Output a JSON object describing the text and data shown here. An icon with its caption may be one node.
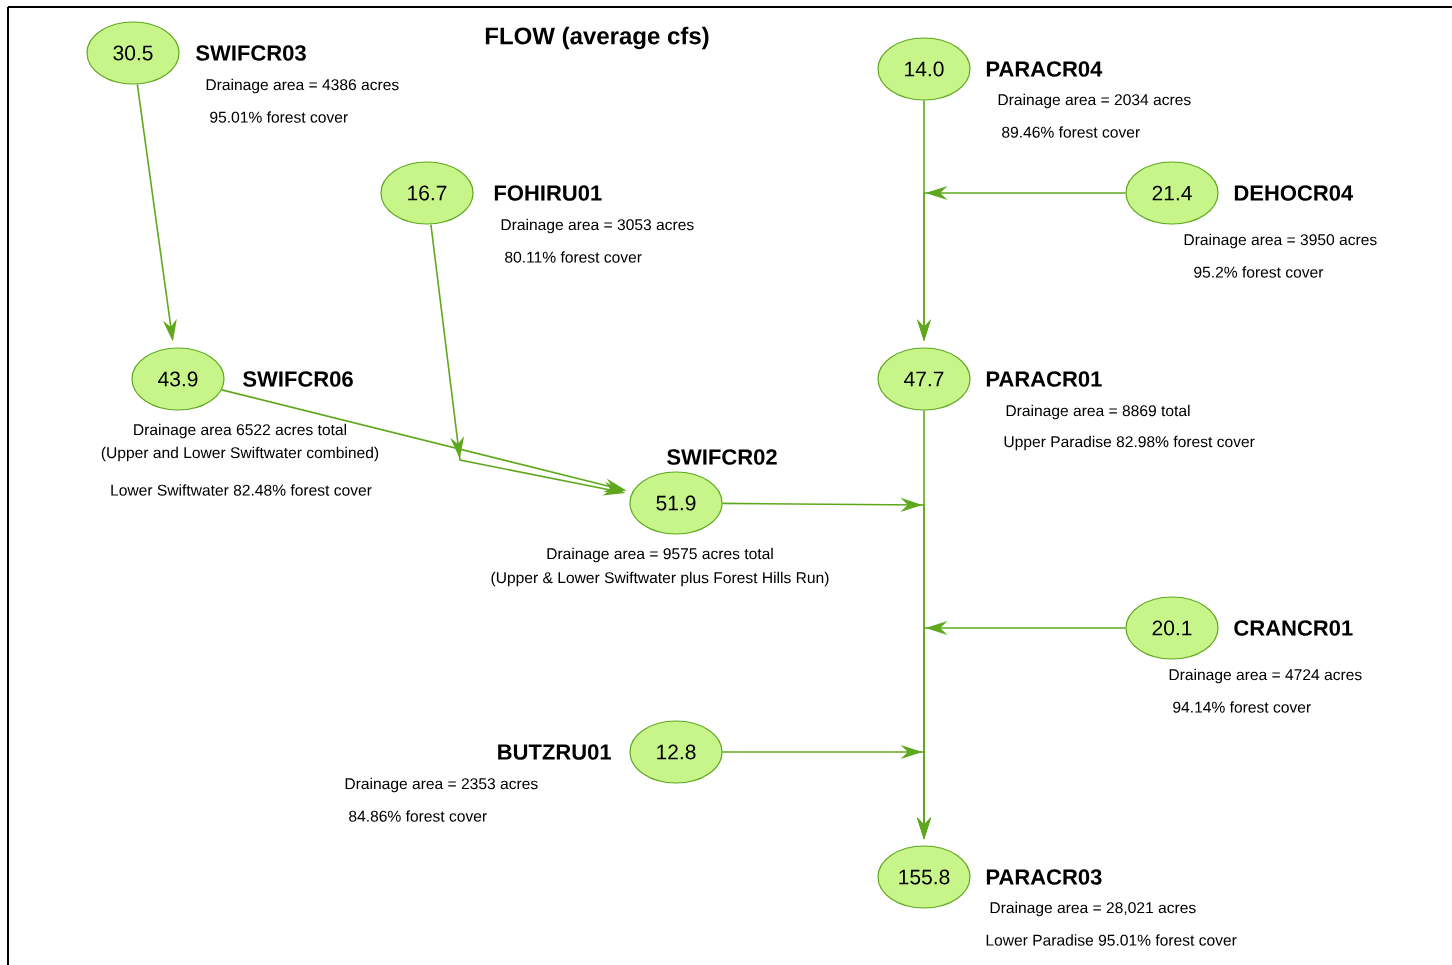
{
  "diagram": {
    "title": "FLOW (average cfs)",
    "nodes": [
      {
        "text": [
          "30.5"
        ],
        "beside": [
          "SWIFCR03",
          "Drainage area = 4386 acres",
          "95.01% forest cover"
        ]
      },
      {
        "text": [
          "16.7"
        ],
        "beside": [
          "FOHIRU01",
          "Drainage area = 3053 acres",
          "80.11% forest cover"
        ]
      },
      {
        "text": [
          "14.0"
        ],
        "beside": [
          "PARACR04",
          "Drainage area = 2034 acres",
          "89.46% forest cover"
        ]
      },
      {
        "text": [
          "21.4"
        ],
        "beside": [
          "DEHOCR04",
          "Drainage area = 3950 acres",
          "95.2% forest cover"
        ]
      },
      {
        "text": [
          "43.9"
        ],
        "beside": [
          "SWIFCR06",
          "Drainage area 6522 acres total",
          "(Upper and Lower Swiftwater combined)",
          "Lower Swiftwater 82.48% forest cover"
        ]
      },
      {
        "text": [
          "47.7"
        ],
        "beside": [
          "PARACR01",
          "Drainage area = 8869 total",
          "Upper Paradise 82.98% forest cover"
        ]
      },
      {
        "text": [
          "51.9"
        ],
        "beside": [
          "SWIFCR02",
          "Drainage area = 9575 acres total",
          "(Upper & Lower Swiftwater plus Forest Hills Run)"
        ]
      },
      {
        "text": [
          "20.1"
        ],
        "beside": [
          "CRANCR01",
          "Drainage area = 4724 acres",
          "94.14% forest cover"
        ]
      },
      {
        "text": [
          "12.8"
        ],
        "beside": [
          "BUTZRU01",
          "Drainage area = 2353 acres",
          "84.86% forest cover"
        ]
      },
      {
        "text": [
          "155.8"
        ],
        "beside": [
          "PARACR03",
          "Drainage area = 28,021 acres",
          "Lower Paradise 95.01% forest cover"
        ]
      }
    ],
    "edges": [
      {
        "from": 0,
        "to": 4,
        "arrow": "to"
      },
      {
        "from": 1,
        "to": 6,
        "arrow": "to"
      },
      {
        "from": 4,
        "to": 6,
        "arrow": "to"
      },
      {
        "from": 2,
        "to": 5,
        "arrow": "to"
      },
      {
        "from": 3,
        "to": 5,
        "arrow": "to"
      },
      {
        "from": 6,
        "to": 9,
        "arrow": "to"
      },
      {
        "from": 7,
        "to": 9,
        "arrow": "to"
      },
      {
        "from": 8,
        "to": 9,
        "arrow": "to"
      },
      {
        "from": 5,
        "to": 9,
        "arrow": "to"
      }
    ]
  }
}
